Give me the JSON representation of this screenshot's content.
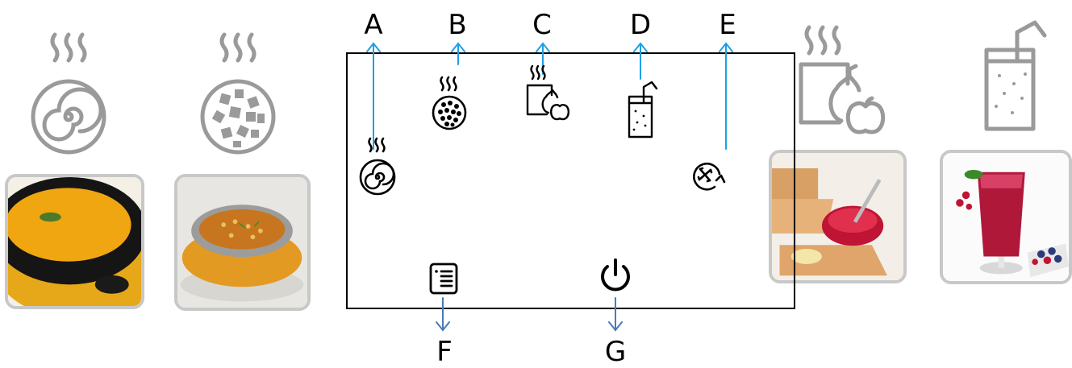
{
  "labels": {
    "a": "A",
    "b": "B",
    "c": "C",
    "d": "D",
    "e": "E",
    "f": "F",
    "g": "G"
  },
  "programs": [
    {
      "icon": "soup-smooth-icon",
      "food": "creamy-soup"
    },
    {
      "icon": "soup-chunky-icon",
      "food": "chunky-soup"
    },
    {
      "icon": "compote-icon",
      "food": "jam-toast"
    },
    {
      "icon": "smoothie-icon",
      "food": "smoothie"
    }
  ],
  "colors": {
    "outline_gray": "#9a9a9a",
    "arrow_blue": "#1ea0e6",
    "arrow_steel": "#4a7ab8",
    "panel_border": "#000000"
  }
}
